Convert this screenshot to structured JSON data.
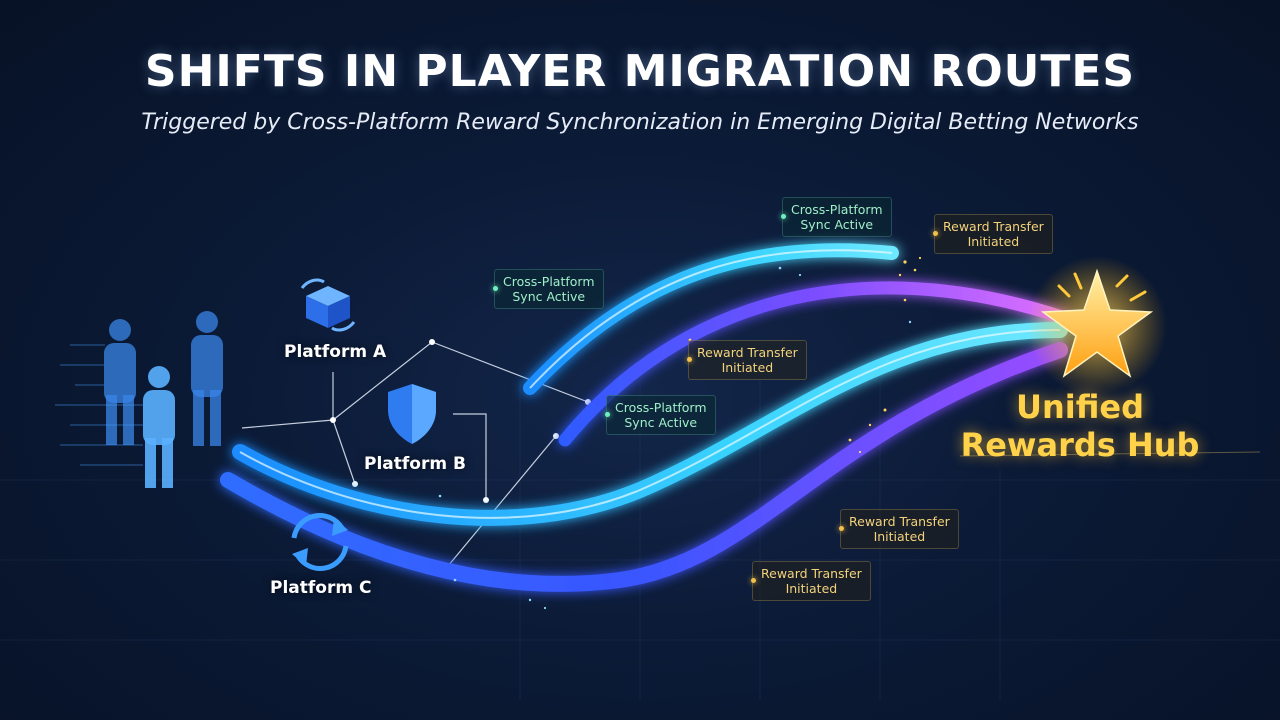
{
  "title": "SHIFTS IN PLAYER MIGRATION ROUTES",
  "subtitle": "Triggered by Cross-Platform Reward Synchronization in Emerging Digital Betting Networks",
  "platforms": {
    "a": "Platform A",
    "b": "Platform B",
    "c": "Platform C"
  },
  "hub": {
    "line1": "Unified",
    "line2": "Rewards Hub"
  },
  "tags": {
    "sync_1": [
      "Cross-Platform",
      "Sync Active"
    ],
    "sync_2": [
      "Cross-Platform",
      "Sync Active"
    ],
    "sync_3": [
      "Cross-Platform",
      "Sync Active"
    ],
    "reward_1": [
      "Reward Transfer",
      "Initiated"
    ],
    "reward_2": [
      "Reward Transfer",
      "Initiated"
    ],
    "reward_3": [
      "Reward Transfer",
      "Initiated"
    ],
    "reward_4": [
      "Reward Transfer",
      "Initiated"
    ]
  },
  "colors": {
    "cyan": "#3ad0ff",
    "blue": "#3b6dff",
    "purple": "#b45cff",
    "gold": "#ffc93a",
    "sync_green": "#9ff0c8"
  },
  "icons": {
    "platform_a": "cube-icon",
    "platform_b": "shield-icon",
    "platform_c": "sync-arrows-icon",
    "hub": "star-icon",
    "players": "people-silhouette-icon"
  }
}
